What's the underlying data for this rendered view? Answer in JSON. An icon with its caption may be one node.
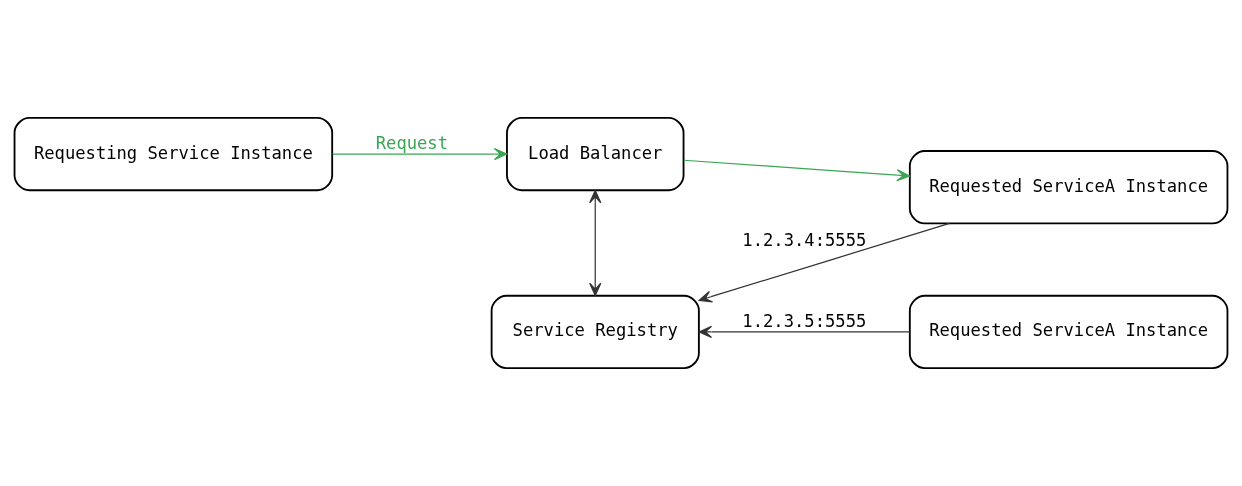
{
  "diagram": {
    "nodes": [
      {
        "text": [
          "Requesting Service Instance"
        ]
      },
      {
        "text": [
          "Load Balancer"
        ]
      },
      {
        "text": [
          "Requested ServiceA Instance"
        ]
      },
      {
        "text": [
          "Service Registry"
        ]
      },
      {
        "text": [
          "Requested ServiceA Instance"
        ]
      }
    ],
    "edges": [
      {
        "from": 0,
        "to": 1,
        "arrow": "to",
        "label": "Request",
        "color": "#3aa655"
      },
      {
        "from": 1,
        "to": 2,
        "arrow": "to",
        "color": "#3aa655"
      },
      {
        "from": 1,
        "to": 3,
        "arrow": "both"
      },
      {
        "from": 2,
        "to": 3,
        "arrow": "to",
        "label": "1.2.3.4:5555"
      },
      {
        "from": 4,
        "to": 3,
        "arrow": "to",
        "label": "1.2.3.5:5555"
      }
    ]
  }
}
